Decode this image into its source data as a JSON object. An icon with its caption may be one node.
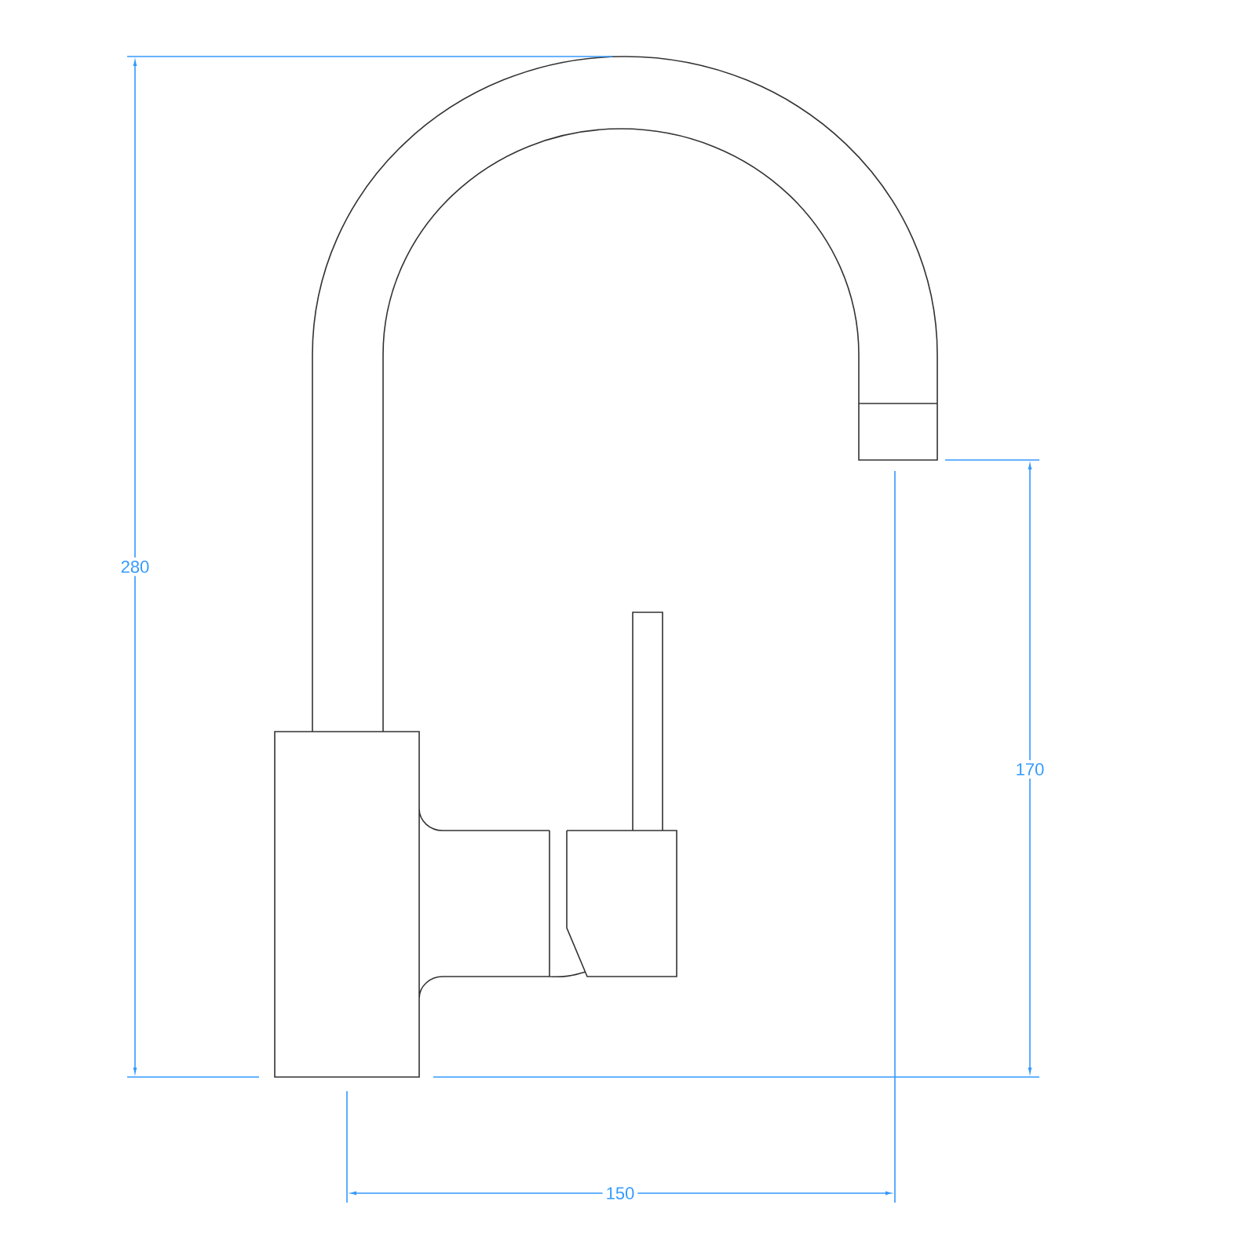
{
  "diagram": {
    "labels": [
      "280",
      "170",
      "150"
    ]
  }
}
